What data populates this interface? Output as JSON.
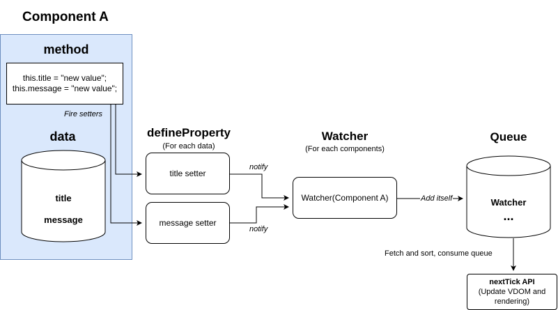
{
  "component": {
    "title": "Component A",
    "method_label": "method",
    "code_line1": "this.title = \"new value\";",
    "code_line2": "this.message = \"new value\";",
    "fire_setters": "Fire setters",
    "data_label": "data",
    "data_item1": "title",
    "data_item2": "message"
  },
  "define_property": {
    "title": "defineProperty",
    "subtitle": "(For each data)",
    "setter1": "title setter",
    "setter2": "message setter"
  },
  "watcher": {
    "title": "Watcher",
    "subtitle": "(For each components)",
    "box_label": "Watcher(Component A)"
  },
  "queue": {
    "title": "Queue",
    "item": "Watcher",
    "ellipsis": "..."
  },
  "edges": {
    "notify1": "notify",
    "notify2": "notify",
    "add_itself": "Add itself",
    "fetch_sort": "Fetch and sort, consume queue"
  },
  "next_tick": {
    "title": "nextTick API",
    "line2": "(Update VDOM and",
    "line3": "rendering)"
  },
  "colors": {
    "component_fill": "#dae8fc",
    "component_stroke": "#6c8ebf",
    "stroke": "#000000"
  }
}
